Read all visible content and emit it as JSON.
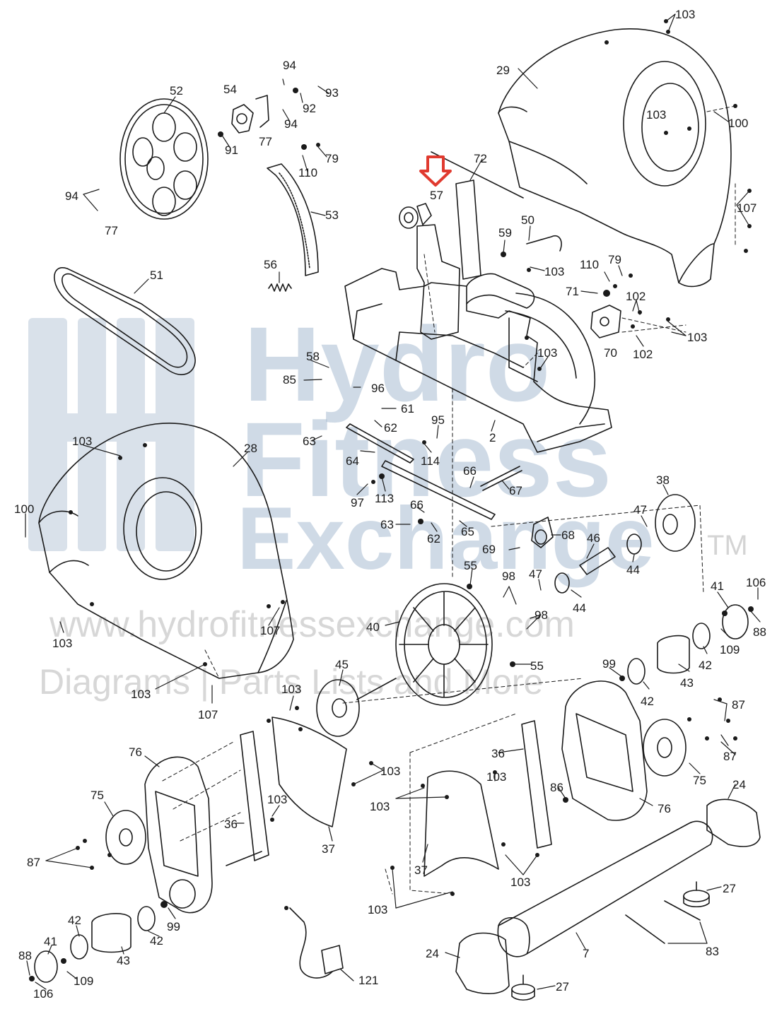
{
  "watermark": {
    "brand_line1": "Hydro",
    "brand_line2": "Fitness",
    "brand_line3": "Exchange",
    "trademark": "TM",
    "website": "www.hydrofitnessexchange.com",
    "tagline": "Diagrams | Parts Lists and More",
    "band_color": "#d9d9d9",
    "brand_color": "#a9bdd2"
  },
  "highlight": {
    "part": "57",
    "arrow_color": "#e03a2f"
  },
  "callouts": [
    {
      "id": "c103a",
      "text": "103"
    },
    {
      "id": "c29",
      "text": "29"
    },
    {
      "id": "c103b",
      "text": "103"
    },
    {
      "id": "c100a",
      "text": "100"
    },
    {
      "id": "c107a",
      "text": "107"
    },
    {
      "id": "c52",
      "text": "52"
    },
    {
      "id": "c94a",
      "text": "94"
    },
    {
      "id": "c54",
      "text": "54"
    },
    {
      "id": "c93",
      "text": "93"
    },
    {
      "id": "c92",
      "text": "92"
    },
    {
      "id": "c94b",
      "text": "94"
    },
    {
      "id": "c91",
      "text": "91"
    },
    {
      "id": "c77a",
      "text": "77"
    },
    {
      "id": "c79a",
      "text": "79"
    },
    {
      "id": "c110a",
      "text": "110"
    },
    {
      "id": "c72",
      "text": "72"
    },
    {
      "id": "c57",
      "text": "57"
    },
    {
      "id": "c94c",
      "text": "94"
    },
    {
      "id": "c77b",
      "text": "77"
    },
    {
      "id": "c53",
      "text": "53"
    },
    {
      "id": "c50",
      "text": "50"
    },
    {
      "id": "c59",
      "text": "59"
    },
    {
      "id": "c103c",
      "text": "103"
    },
    {
      "id": "c110b",
      "text": "110"
    },
    {
      "id": "c79b",
      "text": "79"
    },
    {
      "id": "c56",
      "text": "56"
    },
    {
      "id": "c51",
      "text": "51"
    },
    {
      "id": "c71",
      "text": "71"
    },
    {
      "id": "c102a",
      "text": "102"
    },
    {
      "id": "c103d",
      "text": "103"
    },
    {
      "id": "c70",
      "text": "70"
    },
    {
      "id": "c102b",
      "text": "102"
    },
    {
      "id": "c103e",
      "text": "103"
    },
    {
      "id": "c58",
      "text": "58"
    },
    {
      "id": "c85",
      "text": "85"
    },
    {
      "id": "c96",
      "text": "96"
    },
    {
      "id": "c61",
      "text": "61"
    },
    {
      "id": "c62a",
      "text": "62"
    },
    {
      "id": "c95",
      "text": "95"
    },
    {
      "id": "c103f",
      "text": "103"
    },
    {
      "id": "c28",
      "text": "28"
    },
    {
      "id": "c63a",
      "text": "63"
    },
    {
      "id": "c2",
      "text": "2"
    },
    {
      "id": "c64",
      "text": "64"
    },
    {
      "id": "c114",
      "text": "114"
    },
    {
      "id": "c66a",
      "text": "66"
    },
    {
      "id": "c67",
      "text": "67"
    },
    {
      "id": "c38",
      "text": "38"
    },
    {
      "id": "c97",
      "text": "97"
    },
    {
      "id": "c113",
      "text": "113"
    },
    {
      "id": "c66b",
      "text": "66"
    },
    {
      "id": "c100b",
      "text": "100"
    },
    {
      "id": "c47a",
      "text": "47"
    },
    {
      "id": "c63b",
      "text": "63"
    },
    {
      "id": "c62b",
      "text": "62"
    },
    {
      "id": "c65",
      "text": "65"
    },
    {
      "id": "c68",
      "text": "68"
    },
    {
      "id": "c46",
      "text": "46"
    },
    {
      "id": "c69",
      "text": "69"
    },
    {
      "id": "c44a",
      "text": "44"
    },
    {
      "id": "c55a",
      "text": "55"
    },
    {
      "id": "c98a",
      "text": "98"
    },
    {
      "id": "c47b",
      "text": "47"
    },
    {
      "id": "c44b",
      "text": "44"
    },
    {
      "id": "c41a",
      "text": "41"
    },
    {
      "id": "c106a",
      "text": "106"
    },
    {
      "id": "c40",
      "text": "40"
    },
    {
      "id": "c98b",
      "text": "98"
    },
    {
      "id": "c88a",
      "text": "88"
    },
    {
      "id": "c107b",
      "text": "107"
    },
    {
      "id": "c103g",
      "text": "103"
    },
    {
      "id": "c109a",
      "text": "109"
    },
    {
      "id": "c42a",
      "text": "42"
    },
    {
      "id": "c55b",
      "text": "55"
    },
    {
      "id": "c45",
      "text": "45"
    },
    {
      "id": "c99a",
      "text": "99"
    },
    {
      "id": "c43a",
      "text": "43"
    },
    {
      "id": "c42b",
      "text": "42"
    },
    {
      "id": "c103h",
      "text": "103"
    },
    {
      "id": "c103i",
      "text": "103"
    },
    {
      "id": "c87a",
      "text": "87"
    },
    {
      "id": "c107c",
      "text": "107"
    },
    {
      "id": "c76a",
      "text": "76"
    },
    {
      "id": "c87b",
      "text": "87"
    },
    {
      "id": "c36a",
      "text": "36"
    },
    {
      "id": "c103j",
      "text": "103"
    },
    {
      "id": "c75a",
      "text": "75"
    },
    {
      "id": "c103k",
      "text": "103"
    },
    {
      "id": "c103l",
      "text": "103"
    },
    {
      "id": "c24a",
      "text": "24"
    },
    {
      "id": "c86",
      "text": "86"
    },
    {
      "id": "c103m",
      "text": "103"
    },
    {
      "id": "c76b",
      "text": "76"
    },
    {
      "id": "c36b",
      "text": "36"
    },
    {
      "id": "c75b",
      "text": "75"
    },
    {
      "id": "c87c",
      "text": "87"
    },
    {
      "id": "c37a",
      "text": "37"
    },
    {
      "id": "c37b",
      "text": "37"
    },
    {
      "id": "c103n",
      "text": "103"
    },
    {
      "id": "c27a",
      "text": "27"
    },
    {
      "id": "c103o",
      "text": "103"
    },
    {
      "id": "c99b",
      "text": "99"
    },
    {
      "id": "c42c",
      "text": "42"
    },
    {
      "id": "c83",
      "text": "83"
    },
    {
      "id": "c42d",
      "text": "42"
    },
    {
      "id": "c43b",
      "text": "43"
    },
    {
      "id": "c7",
      "text": "7"
    },
    {
      "id": "c41b",
      "text": "41"
    },
    {
      "id": "c88b",
      "text": "88"
    },
    {
      "id": "c109b",
      "text": "109"
    },
    {
      "id": "c24b",
      "text": "24"
    },
    {
      "id": "c121",
      "text": "121"
    },
    {
      "id": "c106b",
      "text": "106"
    },
    {
      "id": "c27b",
      "text": "27"
    }
  ]
}
